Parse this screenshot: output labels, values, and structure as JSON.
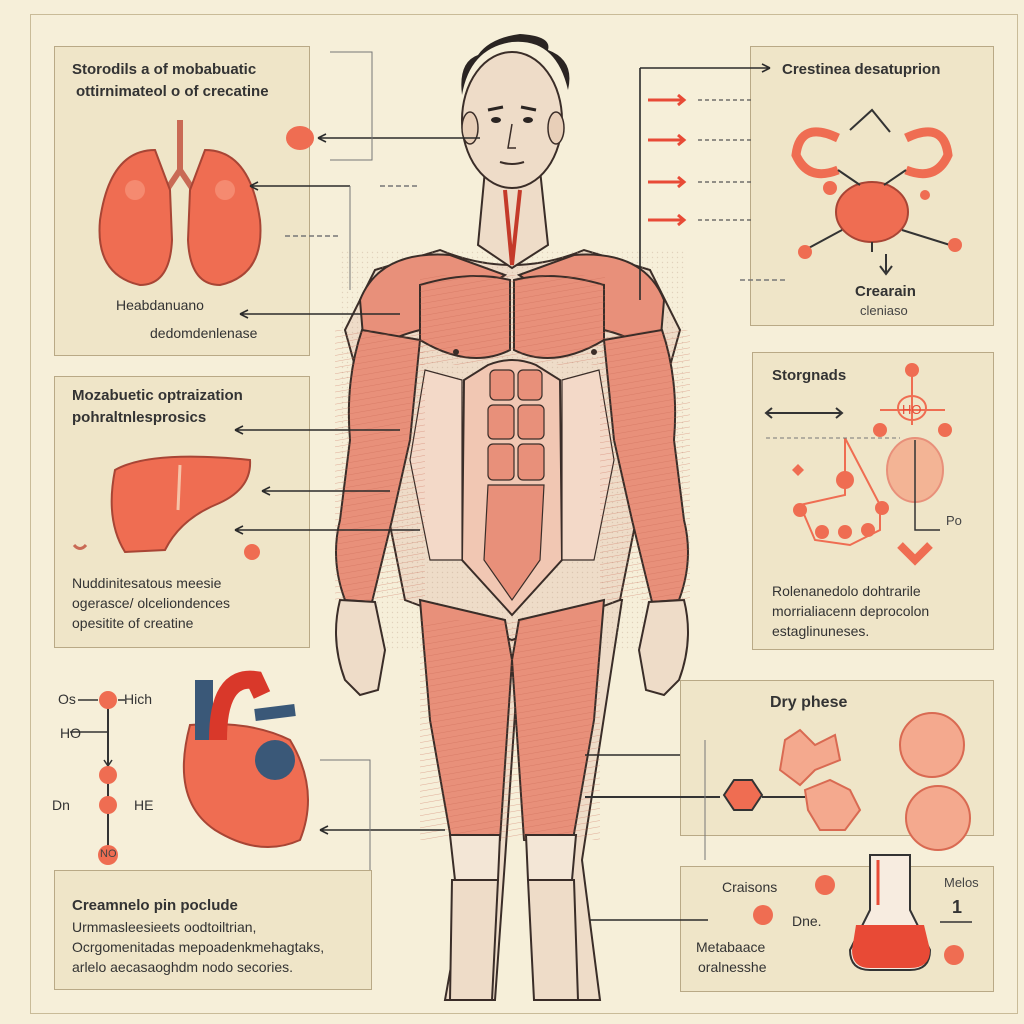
{
  "colors": {
    "background": "#f6efd9",
    "panel": "#efe5c8",
    "muscle": "#e8907a",
    "muscle_dark": "#c96a55",
    "organ": "#ef6d52",
    "accent_blue": "#3a5878",
    "line": "#2b2b2b"
  },
  "panels": {
    "lungs": {
      "title_line1": "Storodils  a  of  mobabuatic",
      "title_line2": "ottirnimateol o  of crecatine",
      "label_line1": "Heabdanuano",
      "label_line2": "dedomdenlenase",
      "icon": "lungs-icon"
    },
    "creatine_top": {
      "title": "Crestinea desatuprion",
      "label_line1": "Crearain",
      "label_line2": "cleniaso",
      "icon": "crab-molecule-icon"
    },
    "liver": {
      "title_line1": "Mozabuetic  optraization",
      "title_line2": "pohraltnlesprosics",
      "body_line1": "Nuddinitesatous  meesie",
      "body_line2": "ogerasce/ olceliondences",
      "body_line3": "opesitite of creatine",
      "icon": "liver-icon"
    },
    "steroids": {
      "title": "Storgnads",
      "label_ho": "HO",
      "label_po": "Po",
      "body_line1": "Rolenanedolo dohtrarile",
      "body_line2": "morrialiacenn deprocolon",
      "body_line3": "estaglinuneses.",
      "icon": "molecule-icon"
    },
    "heart": {
      "chem_os": "Os",
      "chem_hich": "Hich",
      "chem_ho": "HO",
      "chem_dn": "Dn",
      "chem_he": "HE",
      "chem_no": "NO",
      "icon": "heart-icon"
    },
    "creatine_bottom": {
      "title": "Creamnelo pin poclude",
      "body_line1": "Urmmasleesieets oodtoiltrian,",
      "body_line2": "Ocrgomenitadas mepoadenkmehagtaks,",
      "body_line3": "arlelo aecasaoghdm nodo secories."
    },
    "dry_phase": {
      "title": "Dry phese",
      "label_creasons": "Craisons",
      "label_dne": "Dne.",
      "label_melos": "Melos",
      "label_arrow": "1",
      "label_meta_line1": "Metabaace",
      "label_meta_line2": "oralnesshe",
      "icon": "flask-icon"
    }
  }
}
